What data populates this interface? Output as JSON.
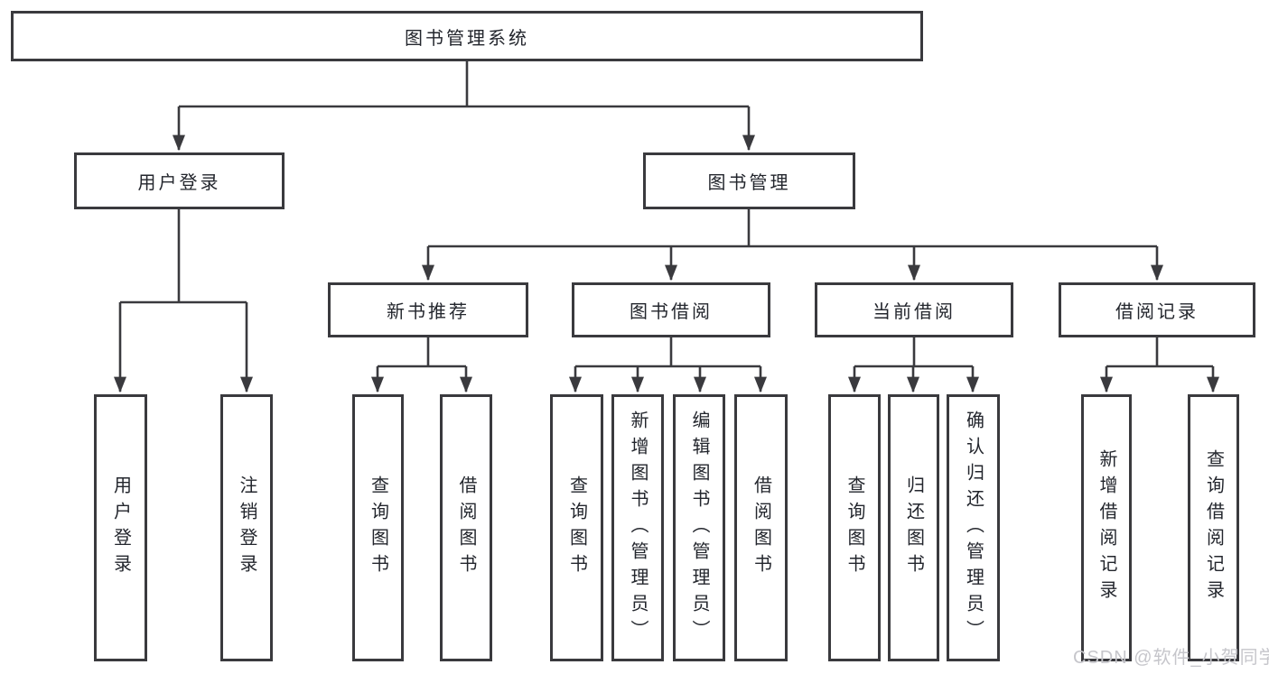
{
  "diagram": {
    "root": {
      "label": "图书管理系统"
    },
    "level2": [
      {
        "label": "用户登录"
      },
      {
        "label": "图书管理"
      }
    ],
    "level3": [
      {
        "label": "新书推荐"
      },
      {
        "label": "图书借阅"
      },
      {
        "label": "当前借阅"
      },
      {
        "label": "借阅记录"
      }
    ],
    "leaves": {
      "user_login": [
        {
          "label": "用户登录"
        },
        {
          "label": "注销登录"
        }
      ],
      "new_book": [
        {
          "label": "查询图书"
        },
        {
          "label": "借阅图书"
        }
      ],
      "book_borrow": [
        {
          "label": "查询图书"
        },
        {
          "label": "新增图书（管理员）"
        },
        {
          "label": "编辑图书（管理员）"
        },
        {
          "label": "借阅图书"
        }
      ],
      "current_borrow": [
        {
          "label": "查询图书"
        },
        {
          "label": "归还图书"
        },
        {
          "label": "确认归还（管理员）"
        }
      ],
      "borrow_records": [
        {
          "label": "新增借阅记录"
        },
        {
          "label": "查询借阅记录"
        }
      ]
    }
  },
  "watermark": {
    "text": "CSDN @软件_小贺同学"
  },
  "colors": {
    "line": "#3a3a3e",
    "box_border": "#3a3a3e",
    "box_fill": "#ffffff",
    "text": "#23262d",
    "watermark": "#c6c6cb"
  }
}
